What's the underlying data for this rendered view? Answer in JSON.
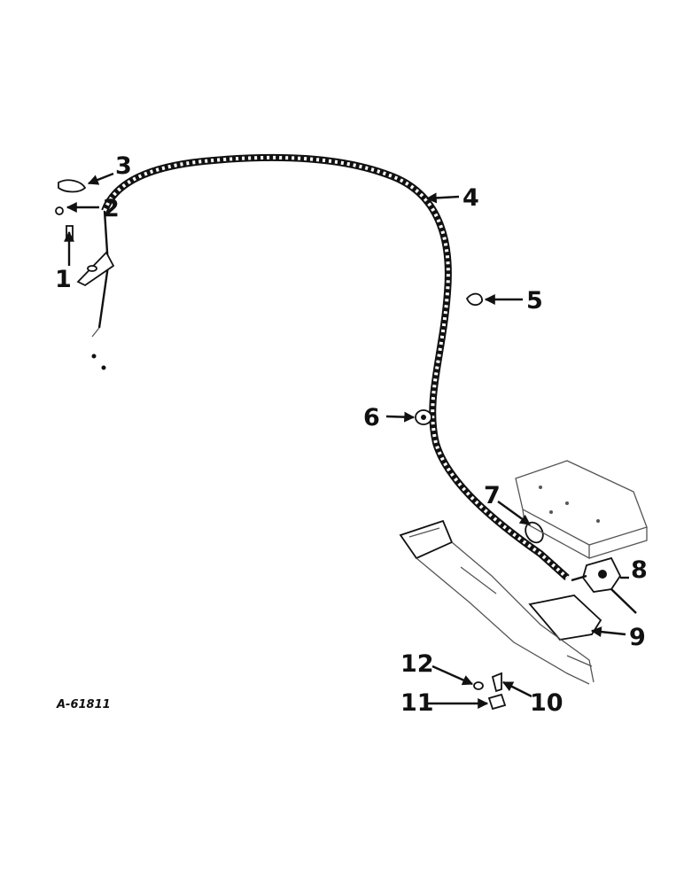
{
  "figure_id": "A-61811",
  "callouts": [
    "1",
    "2",
    "3",
    "4",
    "5",
    "6",
    "7",
    "8",
    "9",
    "10",
    "11",
    "12"
  ],
  "colors": {
    "ink": "#111111",
    "background": "#ffffff"
  }
}
